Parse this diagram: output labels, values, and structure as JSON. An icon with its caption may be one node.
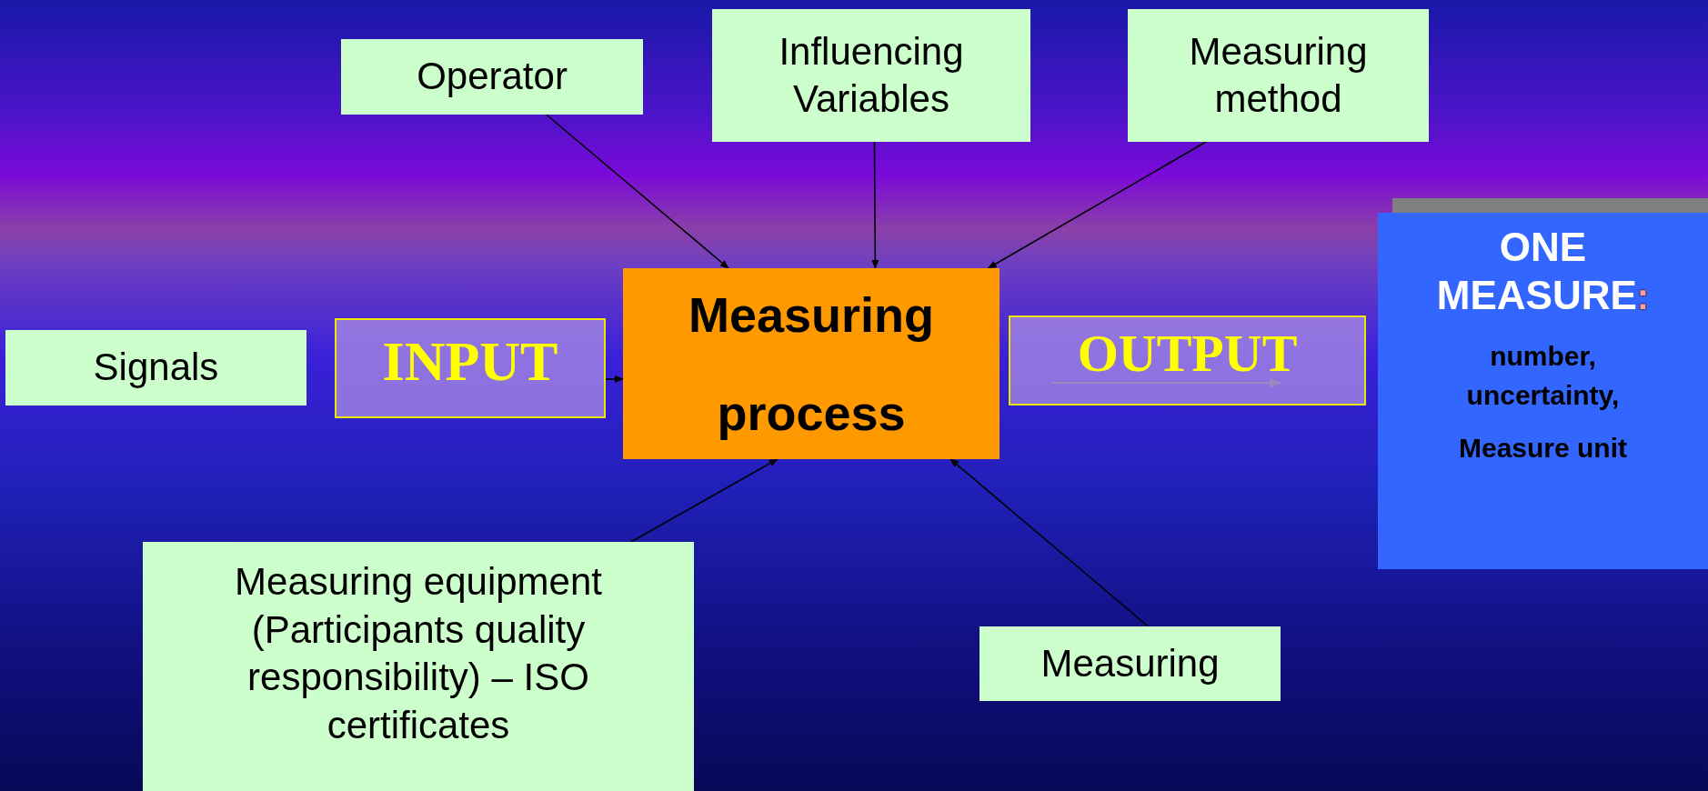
{
  "diagram": {
    "nodes": [
      {
        "text": [
          "Operator"
        ]
      },
      {
        "text": [
          "Influencing Variables"
        ]
      },
      {
        "text": [
          "Measuring method"
        ]
      },
      {
        "text": [
          "Signals"
        ]
      },
      {
        "text": [
          "INPUT"
        ]
      },
      {
        "text": [
          "Measuring process"
        ]
      },
      {
        "text": [
          "OUTPUT"
        ]
      },
      {
        "text": [
          "ONE MEASURE",
          ":",
          "number, uncertainty,",
          "Measure unit"
        ]
      },
      {
        "text": [
          "Measuring equipment (Participants quality responsibility) – ISO certificates"
        ]
      },
      {
        "text": [
          "Measuring"
        ]
      }
    ],
    "edges": [
      {
        "from": 0,
        "to": 5,
        "arrow": "to"
      },
      {
        "from": 1,
        "to": 5,
        "arrow": "to"
      },
      {
        "from": 2,
        "to": 5,
        "arrow": "to"
      },
      {
        "from": 4,
        "to": 5,
        "arrow": "to"
      },
      {
        "from": 8,
        "to": 5,
        "arrow": "to"
      },
      {
        "from": 9,
        "to": 5,
        "arrow": "to"
      }
    ]
  }
}
